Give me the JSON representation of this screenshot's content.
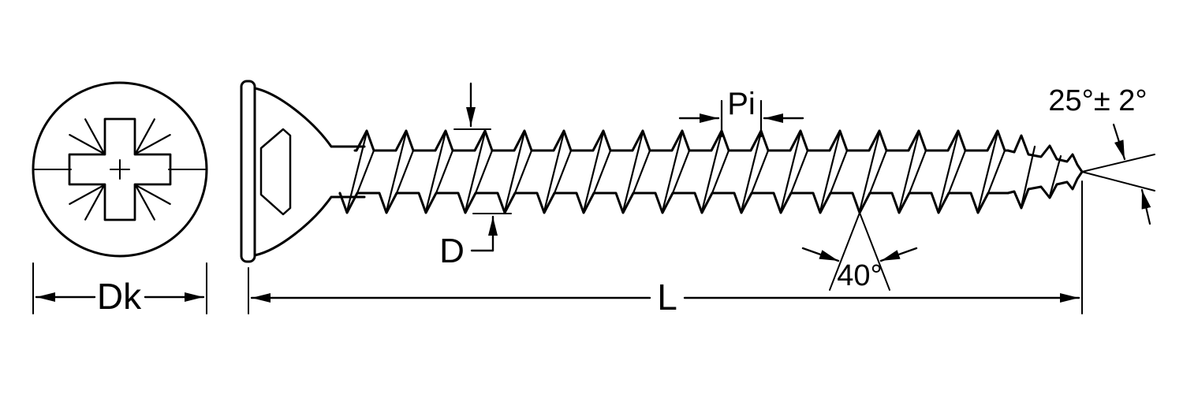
{
  "labels": {
    "head_diameter": "Dk",
    "length": "L",
    "thread_diameter": "D",
    "pitch": "Pi",
    "thread_angle": "40°",
    "point_angle": "25°± 2°"
  },
  "colors": {
    "line": "#000000",
    "background": "#ffffff"
  }
}
